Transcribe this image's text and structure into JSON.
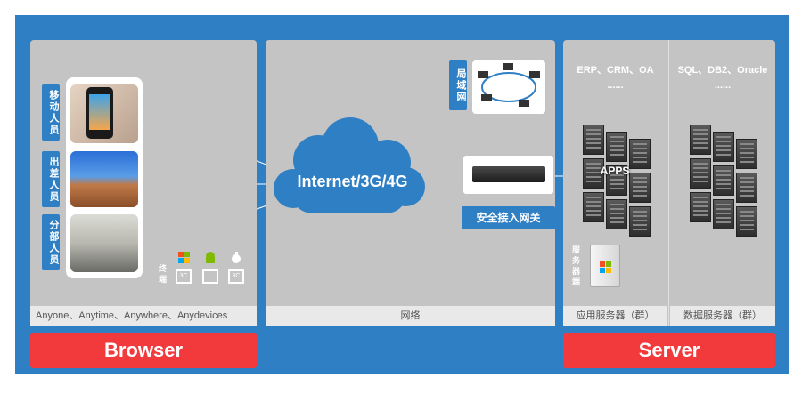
{
  "browser_panel": {
    "roles": [
      "移动人员",
      "出差人员",
      "分部人员"
    ],
    "terminal_label": "终端",
    "device_label": "3C",
    "footer": "Anyone、Anytime、Anywhere、Anydevices",
    "button": "Browser"
  },
  "network_panel": {
    "cloud_label": "Internet/3G/4G",
    "lan_label": "局域网",
    "gateway_label": "安全接入网关",
    "footer": "网络"
  },
  "server_panel": {
    "app_col_title": "ERP、CRM、OA",
    "app_col_more": "......",
    "db_col_title": "SQL、DB2、Oracle",
    "db_col_more": "......",
    "apps_label": "APPS",
    "server_end_label": "服务器端",
    "app_footer": "应用服务器（群）",
    "db_footer": "数据服务器（群）",
    "button": "Server"
  },
  "colors": {
    "frame_blue": "#2f7fc4",
    "panel_gray": "#c4c4c4",
    "button_red": "#f2393c"
  }
}
